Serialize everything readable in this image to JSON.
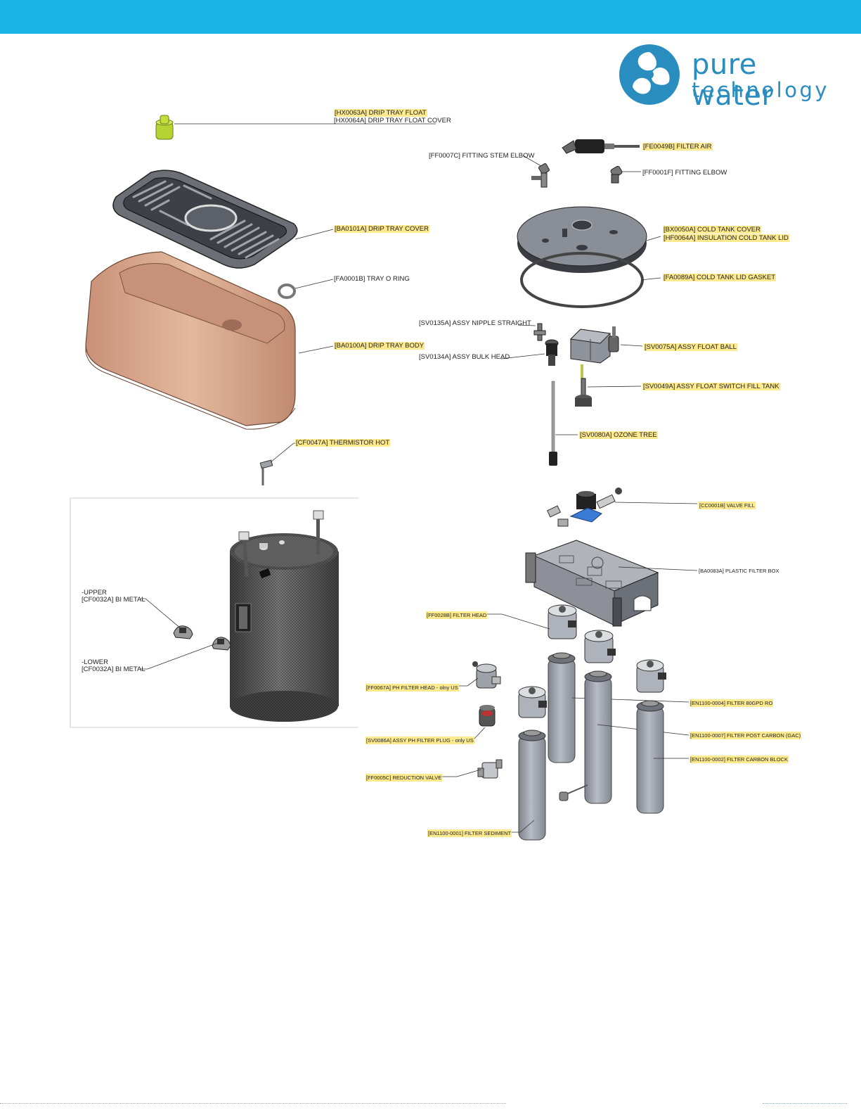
{
  "header": {
    "bar_color": "#1ab5e6"
  },
  "logo": {
    "line1": "pure water",
    "line2": "technology",
    "color": "#2a8dc0",
    "icon": "swirl-logo-icon"
  },
  "labels": {
    "drip_tray_float": "[HX0063A] DRIP TRAY FLOAT",
    "drip_tray_float_cover": "[HX0064A] DRIP TRAY FLOAT COVER",
    "drip_tray_cover": "[BA0101A] DRIP TRAY COVER",
    "tray_o_ring": "[FA0001B] TRAY O RING",
    "drip_tray_body": "[BA0100A] DRIP TRAY BODY",
    "thermistor_hot": "[CF0047A] THERMISTOR HOT",
    "upper_bimetal_pos": "-UPPER",
    "upper_bimetal": "[CF0032A] BI METAL",
    "lower_bimetal_pos": "-LOWER",
    "lower_bimetal": "[CF0032A] BI METAL",
    "filter_air": "[FE0049B] FILTER AIR",
    "fitting_stem_elbow": "[FF0007C] FITTING STEM ELBOW",
    "fitting_elbow": "[FF0001F] FITTING ELBOW",
    "cold_tank_cover": "[BX0050A] COLD TANK COVER",
    "insulation_cold_tank_lid": "[HF0064A] INSULATION COLD TANK LID",
    "cold_tank_lid_gasket": "[FA0089A] COLD TANK LID GASKET",
    "assy_nipple_straight": "[SV0135A] ASSY NIPPLE STRAIGHT",
    "assy_bulk_head": "[SV0134A] ASSY BULK HEAD",
    "assy_float_ball": "[SV0075A] ASSY FLOAT BALL",
    "assy_float_switch": "[SV0049A] ASSY FLOAT SWITCH FILL TANK",
    "ozone_tree": "[SV0080A] OZONE TREE",
    "valve_fill": "[CC0001B] VALVE FILL",
    "plastic_filter_box": "[BA0083A] PLASTIC FILTER BOX",
    "filter_head": "[FF0028B] FILTER HEAD",
    "ph_filter_head": "[FF0067A] PH FILTER HEAD - olny US",
    "ph_filter_plug": "[SV0086A] ASSY PH FILTER PLUG - only US",
    "reduction_valve": "[FF0005C] REDUCTION VALVE",
    "filter_ro": "[EN1100-0004] FILTER 80GPD RO",
    "filter_post_carbon": "[EN1100-0007] FILTER POST CARBON (GAC)",
    "filter_carbon_block": "[EN1100-0002] FILTER CARBON BLOCK",
    "filter_sediment": "[EN1100-0001] FILTER SEDIMENT"
  },
  "colors": {
    "highlight": "#fde98e",
    "drip_body": "#d9a98a",
    "float": "#b6d334",
    "parts_grey": "#a0a4ad"
  }
}
